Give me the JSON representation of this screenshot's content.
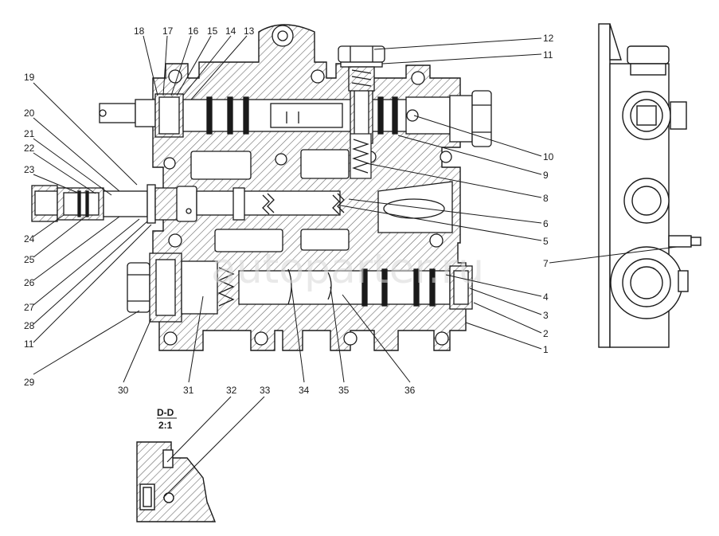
{
  "callouts": {
    "n1": "1",
    "n2": "2",
    "n3": "3",
    "n4": "4",
    "n5": "5",
    "n6": "6",
    "n7": "7",
    "n8": "8",
    "n9": "9",
    "n10": "10",
    "n11a": "11",
    "n11b": "11",
    "n12": "12",
    "n13": "13",
    "n14": "14",
    "n15": "15",
    "n16": "16",
    "n17": "17",
    "n18": "18",
    "n19": "19",
    "n20": "20",
    "n21": "21",
    "n22": "22",
    "n23": "23",
    "n24": "24",
    "n25": "25",
    "n26": "26",
    "n27": "27",
    "n28": "28",
    "n29": "29",
    "n30": "30",
    "n31": "31",
    "n32": "32",
    "n33": "33",
    "n34": "34",
    "n35": "35",
    "n36": "36"
  },
  "section": {
    "name": "D-D",
    "scale": "2:1"
  },
  "watermark": "autoparter.ru",
  "colors": {
    "line": "#1a1a1a",
    "hatch": "#666666",
    "paper": "#ffffff"
  }
}
